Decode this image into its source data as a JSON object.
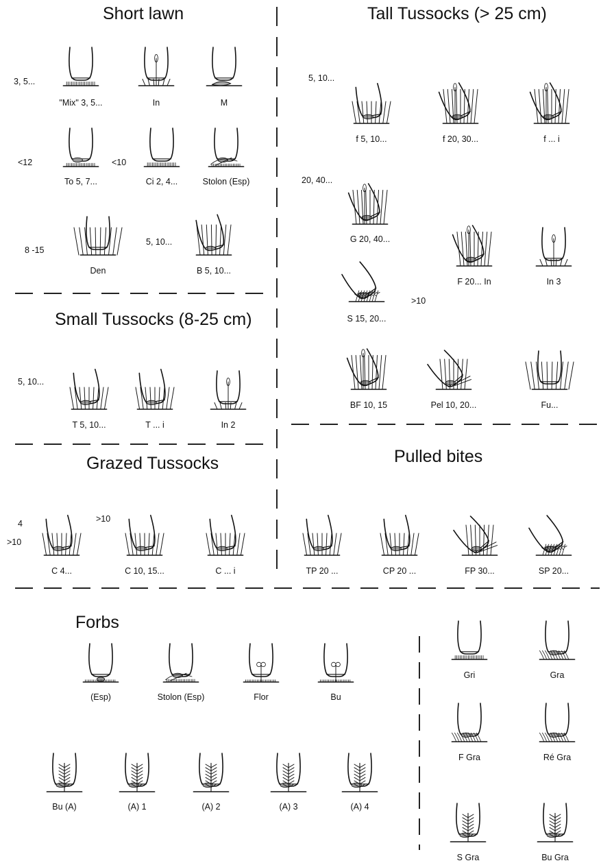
{
  "sections": {
    "short_lawn": "Short lawn",
    "tall_tussocks": "Tall Tussocks (> 25 cm)",
    "small_tussocks": "Small Tussocks (8-25 cm)",
    "grazed_tussocks": "Grazed Tussocks",
    "pulled_bites": "Pulled bites",
    "forbs": "Forbs"
  },
  "bites": [
    {
      "id": "mix",
      "label": "\"Mix\" 3, 5...",
      "height": "3, 5...",
      "icon": "mouth-lawn-icon"
    },
    {
      "id": "in",
      "label": "In",
      "icon": "mouth-inflorescence-icon"
    },
    {
      "id": "m",
      "label": "M",
      "icon": "mouth-moss-icon"
    },
    {
      "id": "to",
      "label": "To 5, 7...",
      "height": "<12",
      "icon": "mouth-tongue-icon"
    },
    {
      "id": "ci",
      "label": "Ci 2, 4...",
      "height": "<10",
      "icon": "mouth-lawn-icon"
    },
    {
      "id": "stolon-esp",
      "label": "Stolon (Esp)",
      "icon": "mouth-stolon-icon"
    },
    {
      "id": "den",
      "label": "Den",
      "height": "8 -15",
      "icon": "mouth-dense-icon"
    },
    {
      "id": "b",
      "label": "B 5, 10...",
      "height": "5, 10...",
      "icon": "mouth-side-icon"
    },
    {
      "id": "f-5-10",
      "label": "f 5, 10...",
      "height": "5, 10...",
      "icon": "mouth-tussock-icon"
    },
    {
      "id": "f-20-30",
      "label": "f 20, 30...",
      "icon": "mouth-tussock-icon"
    },
    {
      "id": "f-i",
      "label": "f ... i",
      "icon": "mouth-tussock-icon"
    },
    {
      "id": "g",
      "label": "G 20, 40...",
      "height": "20, 40...",
      "icon": "mouth-tussock-icon"
    },
    {
      "id": "f-in",
      "label": "F 20... In",
      "icon": "mouth-tussock-icon"
    },
    {
      "id": "in-3",
      "label": "In 3",
      "icon": "mouth-inflorescence-icon"
    },
    {
      "id": "s",
      "label": "S 15, 20...",
      "height": ">10",
      "icon": "mouth-shrub-icon"
    },
    {
      "id": "bf",
      "label": "BF 10, 15",
      "icon": "mouth-tussock-icon"
    },
    {
      "id": "pel",
      "label": "Pel 10, 20...",
      "icon": "mouth-pull-icon"
    },
    {
      "id": "fu",
      "label": "Fu...",
      "icon": "mouth-dense-icon"
    },
    {
      "id": "t",
      "label": "T 5, 10...",
      "height": "5, 10...",
      "icon": "mouth-tussock-icon"
    },
    {
      "id": "t-i",
      "label": "T ... i",
      "icon": "mouth-tussock-icon"
    },
    {
      "id": "in-2",
      "label": "In 2",
      "icon": "mouth-inflorescence-icon"
    },
    {
      "id": "c4",
      "label": "C 4...",
      "height_top": "4",
      "height_bottom": ">10",
      "icon": "mouth-tussock-icon"
    },
    {
      "id": "c10",
      "label": "C 10, 15...",
      "height": ">10",
      "icon": "mouth-tussock-icon"
    },
    {
      "id": "c-i",
      "label": "C ... i",
      "icon": "mouth-tussock-icon"
    },
    {
      "id": "tp",
      "label": "TP 20 ...",
      "icon": "mouth-tussock-icon"
    },
    {
      "id": "cp",
      "label": "CP 20 ...",
      "icon": "mouth-tussock-icon"
    },
    {
      "id": "fp",
      "label": "FP 30...",
      "icon": "mouth-pull-icon"
    },
    {
      "id": "sp",
      "label": "SP 20...",
      "icon": "mouth-shrub-icon"
    },
    {
      "id": "esp",
      "label": "(Esp)",
      "icon": "mouth-forb-icon"
    },
    {
      "id": "stolon-esp-2",
      "label": "Stolon (Esp)",
      "icon": "mouth-stolon-icon"
    },
    {
      "id": "flor",
      "label": "Flor",
      "icon": "mouth-flower-icon"
    },
    {
      "id": "bu",
      "label": "Bu",
      "icon": "mouth-flower-icon"
    },
    {
      "id": "bu-a",
      "label": "Bu (A)",
      "icon": "mouth-forb-icon"
    },
    {
      "id": "a1",
      "label": "(A) 1",
      "icon": "mouth-forb-icon"
    },
    {
      "id": "a2",
      "label": "(A) 2",
      "icon": "mouth-forb-icon"
    },
    {
      "id": "a3",
      "label": "(A) 3",
      "icon": "mouth-forb-icon"
    },
    {
      "id": "a4",
      "label": "(A) 4",
      "icon": "mouth-forb-icon"
    },
    {
      "id": "gri",
      "label": "Gri",
      "icon": "mouth-lawn-icon"
    },
    {
      "id": "gra",
      "label": "Gra",
      "icon": "mouth-grass-icon"
    },
    {
      "id": "f-gra",
      "label": "F Gra",
      "icon": "mouth-grass-icon"
    },
    {
      "id": "re-gra",
      "label": "Ré Gra",
      "icon": "mouth-grass-icon"
    },
    {
      "id": "s-gra",
      "label": "S Gra",
      "icon": "mouth-forb-icon"
    },
    {
      "id": "bu-gra",
      "label": "Bu  Gra",
      "icon": "mouth-forb-icon"
    }
  ]
}
